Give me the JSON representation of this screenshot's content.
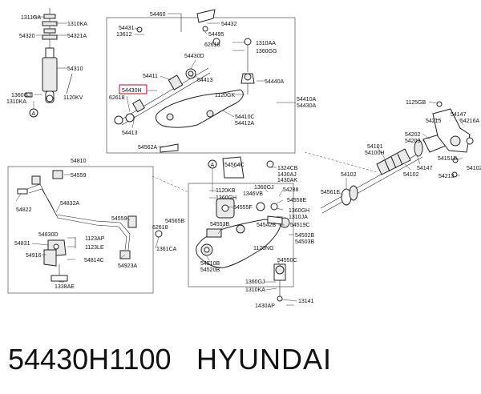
{
  "highlight_color": "#d0021b",
  "labels": {
    "l1311GA": "1311GA",
    "l1310KA_top": "1310KA",
    "l54320": "54320",
    "l54321A": "54321A",
    "l54310": "54310",
    "l1360GJ_left": "1360GJ",
    "l1310KA_left": "1310KA",
    "l1120KV": "1120KV",
    "l54460": "54460",
    "l54431": "54431",
    "l13612": "13612",
    "l54432": "54432",
    "l54495": "54495",
    "l62618_top": "62618",
    "l1310AA": "1310AA",
    "l1360GG": "1360GG",
    "l54430D": "54430D",
    "l54411": "54411",
    "l54430H": "54430H",
    "l62618_mid": "62618",
    "l54413_a": "54413",
    "l54413_b": "54413",
    "l54440A": "54440A",
    "l1120GK": "1120GK",
    "l54410A": "54410A",
    "l54430A": "54430A",
    "l54410C": "54410C",
    "l54412A": "54412A",
    "l54562A": "54562A",
    "l54564C": "54564C",
    "l1324CB": "1324CB",
    "l1430AJ": "1430AJ",
    "l1430AK": "1430AK",
    "l54810": "54810",
    "l54559_a": "54559",
    "l54822": "54822",
    "l54832A": "54832A",
    "l54559_b": "54559",
    "l54565B": "54565B",
    "l62618_low": "62618",
    "l54830D": "54830D",
    "l1123AP": "1123AP",
    "l1123LE": "1123LE",
    "l54831": "54831",
    "l54916": "54916",
    "l54814C": "54814C",
    "l1338AE": "1338AE",
    "l54923A": "54923A",
    "l1361CA": "1361CA",
    "l1120KB": "1120KB",
    "l1360GH_a": "1360GH",
    "l54555F": "54555F",
    "l1360GJ_mid": "1360GJ",
    "l1346VB": "1346VB",
    "l54288": "54288",
    "l54558E": "54558E",
    "l1360GH_b": "1360GH",
    "l1310JA": "1310JA",
    "l54542B": "54542B",
    "l54519C": "54519C",
    "l54553B": "54553B",
    "l54502B": "54502B",
    "l54503B": "54503B",
    "l1120NG": "1120NG",
    "l54550C": "54550C",
    "l54510B": "54510B",
    "l54520B": "54520B",
    "l1360GJ_low": "1360GJ",
    "l1310KA_low": "1310KA",
    "l1430AP": "1430AP",
    "l13141": "13141",
    "l1125GB": "1125GB",
    "l54147_a": "54147",
    "l54215": "54215",
    "l54216A": "54216A",
    "l54202": "54202",
    "l54203": "54203",
    "l54101": "54101",
    "l54100H": "54100H",
    "l54147_b": "54147",
    "l54151B": "54151B",
    "l54102_a": "54102",
    "l54102_b": "54102",
    "l54561E": "54561E",
    "l54213": "54213",
    "l54102_c": "54102",
    "callout_a1": "A",
    "callout_a2": "A"
  },
  "footer": {
    "part_number": "54430H1100",
    "brand": "HYUNDAI"
  }
}
